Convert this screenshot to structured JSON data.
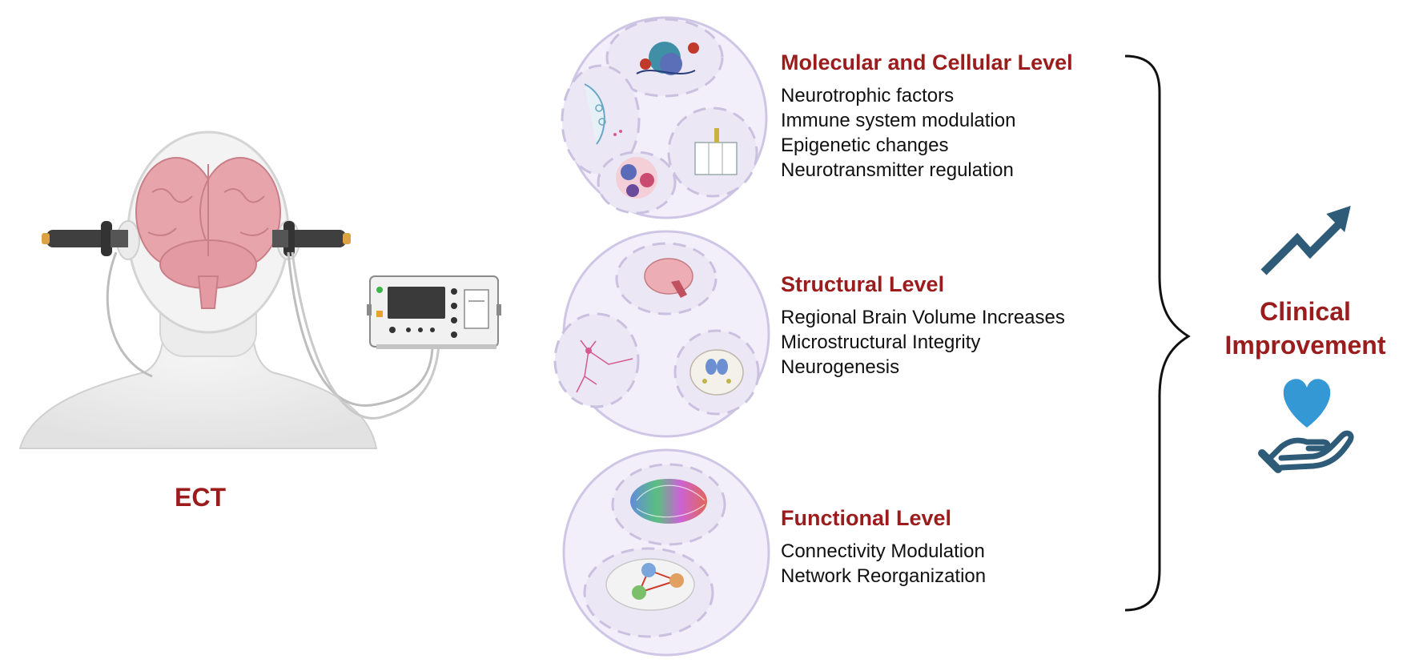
{
  "colors": {
    "accent": "#9b1c1c",
    "icon_dark": "#2d5b78",
    "heart": "#3398d4",
    "circle_fill": "#f2effa",
    "circle_stroke": "#cfc6e6",
    "brain_pink": "#e8a4ab",
    "device_gray": "#f1f1f1"
  },
  "intervention": {
    "label": "ECT",
    "icons": [
      "head-icon",
      "brain-icon",
      "electrode-icon",
      "ect-device-icon"
    ]
  },
  "levels": [
    {
      "title": "Molecular and Cellular Level",
      "items": [
        "Neurotrophic factors",
        "Immune system modulation",
        "Epigenetic changes",
        "Neurotransmitter regulation"
      ],
      "icons": [
        "nucleosome-methylation-icon",
        "synapse-icon",
        "western-blot-icon",
        "immune-cells-icon"
      ]
    },
    {
      "title": "Structural Level",
      "items": [
        "Regional Brain Volume Increases",
        "Microstructural Integrity",
        "Neurogenesis"
      ],
      "icons": [
        "sagittal-brain-icon",
        "neuron-icon",
        "coronal-brain-slice-icon"
      ]
    },
    {
      "title": "Functional Level",
      "items": [
        "Connectivity Modulation",
        "Network Reorganization"
      ],
      "icons": [
        "tractography-icon",
        "brain-network-icon"
      ]
    }
  ],
  "outcome": {
    "label_line1": "Clinical",
    "label_line2": "Improvement",
    "icons": [
      "trend-up-arrow-icon",
      "heart-in-hand-icon",
      "curly-brace-icon"
    ]
  }
}
